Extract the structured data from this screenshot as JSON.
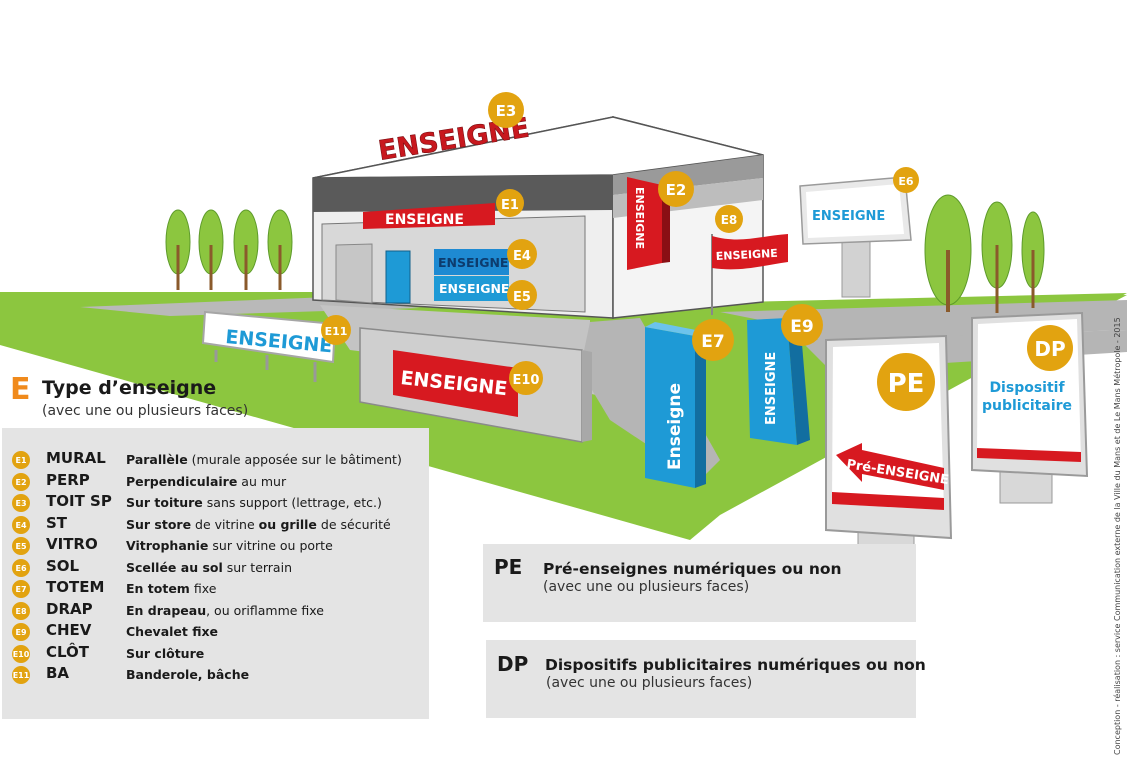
{
  "signs": {
    "enseigne": "ENSEIGNE",
    "enseigne_mixed": "Enseigne",
    "pre_enseigne": "Pré-ENSEIGNE",
    "pe": "PE",
    "dp": "DP",
    "dp_line1": "Dispositif",
    "dp_line2": "publicitaire"
  },
  "markers": [
    "E1",
    "E2",
    "E3",
    "E4",
    "E5",
    "E6",
    "E7",
    "E8",
    "E9",
    "E10",
    "E11"
  ],
  "legend": {
    "letter": "E",
    "title": "Type d’enseigne",
    "subtitle": "(avec une ou plusieurs faces)",
    "rows": [
      {
        "badge": "E1",
        "code": "MURAL",
        "bold": "Parallèle",
        "rest": " (murale apposée sur le bâtiment)"
      },
      {
        "badge": "E2",
        "code": "PERP",
        "bold": "Perpendiculaire",
        "rest": " au mur"
      },
      {
        "badge": "E3",
        "code": "TOIT SP",
        "bold": "Sur toiture",
        "rest": " sans support (lettrage, etc.)"
      },
      {
        "badge": "E4",
        "code": "ST",
        "bold": "Sur store",
        "rest": " de vitrine ",
        "bold2": "ou grille",
        "rest2": " de sécurité"
      },
      {
        "badge": "E5",
        "code": "VITRO",
        "bold": "Vitrophanie",
        "rest": " sur vitrine ou porte"
      },
      {
        "badge": "E6",
        "code": "SOL",
        "bold": "Scellée au sol",
        "rest": " sur terrain"
      },
      {
        "badge": "E7",
        "code": "TOTEM",
        "bold": "En totem",
        "rest": " fixe"
      },
      {
        "badge": "E8",
        "code": "DRAP",
        "bold": "En drapeau",
        "rest": ", ou oriflamme fixe"
      },
      {
        "badge": "E9",
        "code": "CHEV",
        "bold": "Chevalet fixe",
        "rest": ""
      },
      {
        "badge": "E10",
        "code": "CLÔT",
        "bold": "Sur clôture",
        "rest": ""
      },
      {
        "badge": "E11",
        "code": "BA",
        "bold": "Banderole, bâche",
        "rest": ""
      }
    ]
  },
  "pe_box": {
    "code": "PE",
    "title": "Pré-enseignes numériques ou non",
    "subtitle": "(avec une ou plusieurs faces)"
  },
  "dp_box": {
    "code": "DP",
    "title": "Dispositifs publicitaires numériques ou non",
    "subtitle": "(avec une ou plusieurs faces)"
  },
  "credit": "Conception - réalisation : service Communication externe de la Ville du Mans et de Le Mans Métropole - 2015",
  "colors": {
    "grass": "#8cc63f",
    "orange": "#e2a310",
    "red": "#d71920",
    "blue": "#1e9ad6",
    "gray_panel": "#e4e4e4"
  }
}
